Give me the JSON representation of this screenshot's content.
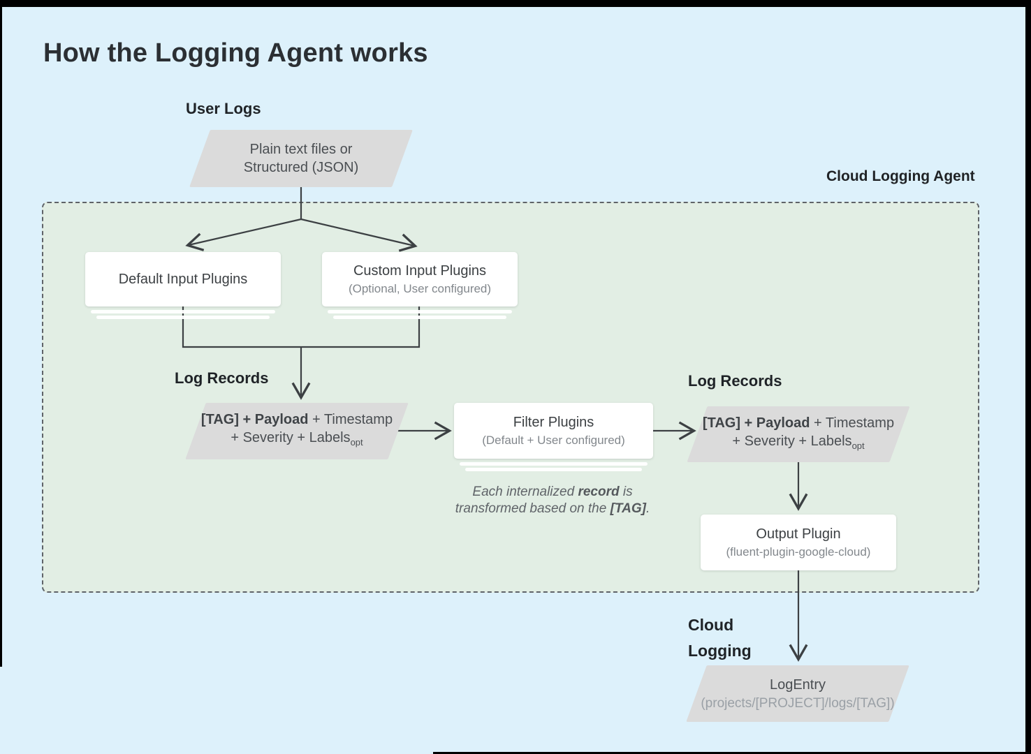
{
  "page": {
    "title": "How the Logging Agent works"
  },
  "labels": {
    "user_logs": "User Logs",
    "cloud_logging_agent": "Cloud Logging Agent",
    "log_records_left": "Log Records",
    "log_records_right": "Log Records",
    "cloud_logging_line1": "Cloud",
    "cloud_logging_line2": "Logging"
  },
  "nodes": {
    "user_input": {
      "line1": "Plain text files or",
      "line2": "Structured (JSON)"
    },
    "default_input": {
      "title": "Default Input Plugins"
    },
    "custom_input": {
      "title": "Custom Input Plugins",
      "subtitle": "(Optional, User configured)"
    },
    "log_record_left": {
      "line1_bold": "[TAG] + Payload",
      "line1_rest": " + Timestamp",
      "line2": "+ Severity + Labels",
      "line2_sub": "opt"
    },
    "filter": {
      "title": "Filter Plugins",
      "subtitle": "(Default + User configured)"
    },
    "log_record_right": {
      "line1_bold": "[TAG] + Payload",
      "line1_rest": " + Timestamp",
      "line2": "+ Severity + Labels",
      "line2_sub": "opt"
    },
    "output": {
      "title": "Output Plugin",
      "subtitle": "(fluent-plugin-google-cloud)"
    },
    "log_entry": {
      "title": "LogEntry",
      "subtitle": "(projects/[PROJECT]/logs/[TAG])"
    }
  },
  "note": {
    "line1_pre": "Each internalized ",
    "line1_bold": "record",
    "line1_post": " is",
    "line2_pre": "transformed based on the ",
    "line2_bold": "[TAG]",
    "line2_post": "."
  },
  "colors": {
    "page_background": "#ddf1fb",
    "agent_boundary_fill": "#e2eee4",
    "agent_boundary_border": "#5f6368",
    "parallelogram_fill": "#dbdbdb",
    "node_fill": "#ffffff",
    "connector": "#3c4043",
    "text_dark": "#202326",
    "text_gray": "#82878c"
  }
}
